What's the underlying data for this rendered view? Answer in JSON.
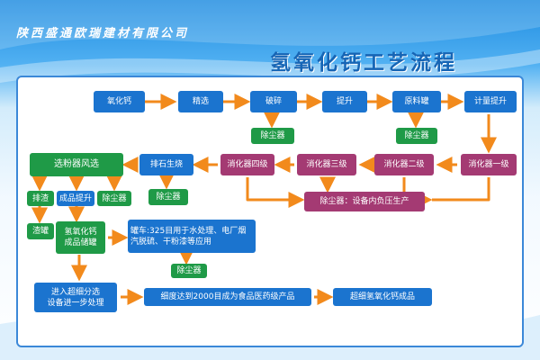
{
  "company_name": "陕西盛通欧瑞建材有限公司",
  "title": "氢氧化钙工艺流程",
  "nodes": {
    "n1": "氧化钙",
    "n2": "精选",
    "n3": "破碎",
    "n4": "提升",
    "n5": "原料罐",
    "n6": "计量提升",
    "d1": "除尘器",
    "d2": "除尘器",
    "h1": "消化器一级",
    "h2": "消化器二级",
    "h3": "消化器三级",
    "h4": "消化器四级",
    "slag": "排石生烧",
    "dust_main": "除尘器：设备内负压生产",
    "d3": "除尘器",
    "sep": "选粉器风选",
    "waste": "排渣",
    "lift2": "成品提升",
    "d4": "除尘器",
    "slag_tank": "渣罐",
    "store": "氢氧化钙\n成品储罐",
    "use": "罐车:325目用于水处理、电厂烟汽脱硫、干粉漆等应用",
    "d5": "除尘器",
    "fine": "进入超细分选\n设备进一步处理",
    "grade": "细度达到2000目成为食品医药级产品",
    "final": "超细氢氧化钙成品"
  },
  "colors": {
    "process": "#1b74cf",
    "dust": "#1f9a47",
    "digester": "#a43a73",
    "arrow": "#f28a1c",
    "title": "#1665b5"
  }
}
